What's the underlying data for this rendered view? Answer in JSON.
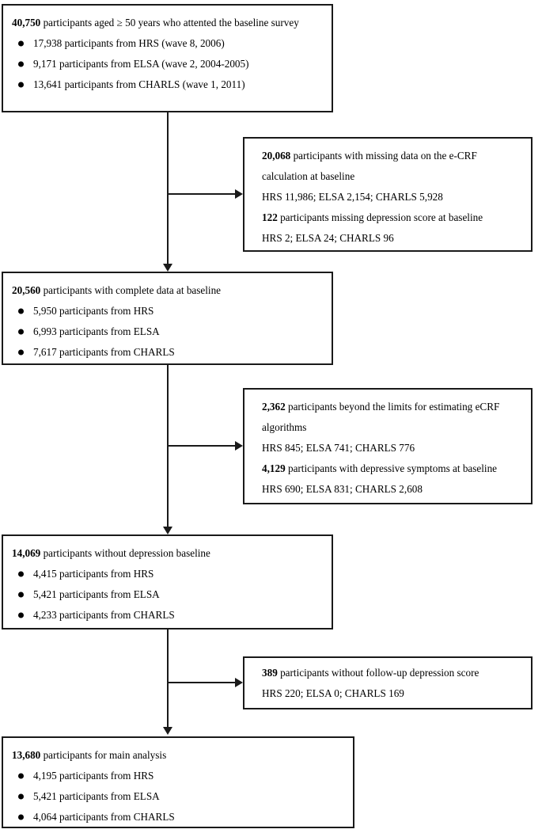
{
  "figure": {
    "type": "flowchart",
    "title": "Participant selection flow diagram",
    "line_color": "#1a1a1a",
    "background": "#ffffff"
  },
  "nodes": {
    "baseline_survey": {
      "headline_number": "40,750",
      "headline_text": " participants aged ≥ 50 years who attented the baseline survey",
      "bullets": [
        "17,938  participants from HRS (wave 8, 2006)",
        "9,171 participants  from ELSA (wave 2, 2004-2005)",
        "13,641 participants from CHARLS (wave 1, 2011)"
      ]
    },
    "excluded_missing": {
      "lines": [
        {
          "num": "20,068",
          "text": " participants  with missing data on the e-CRF"
        },
        {
          "num": "",
          "text": "calculation at baseline"
        },
        {
          "num": "",
          "text": "HRS 11,986; ELSA 2,154; CHARLS 5,928"
        },
        {
          "num": "122",
          "text": " participants  missing depression score at baseline"
        },
        {
          "num": "",
          "text": "HRS 2; ELSA 24; CHARLS 96"
        }
      ]
    },
    "complete_data": {
      "headline_number": "20,560",
      "headline_text": " participants with complete data at baseline",
      "bullets": [
        "5,950 participants  from HRS",
        "6,993 participants  from ELSA",
        "7,617 participants  from CHARLS"
      ]
    },
    "excluded_limits": {
      "lines": [
        {
          "num": "2,362",
          "text": " participants beyond the limits for estimating eCRF"
        },
        {
          "num": "",
          "text": "algorithms"
        },
        {
          "num": "",
          "text": "HRS 845; ELSA 741; CHARLS  776"
        },
        {
          "num": "4,129",
          "text": " participants  with  depressive symptoms  at baseline"
        },
        {
          "num": "",
          "text": "HRS 690; ELSA 831; CHARLS  2,608"
        }
      ]
    },
    "without_depression": {
      "headline_number": "14,069",
      "headline_text": " participants without depression baseline",
      "bullets": [
        "4,415 participants  from HRS",
        "5,421 participants  from ELSA",
        "4,233 participants  from CHARLS"
      ]
    },
    "excluded_followup": {
      "lines": [
        {
          "num": "389",
          "text": " participants  without follow-up depression score"
        },
        {
          "num": "",
          "text": "HRS 220; ELSA 0; CHARLS  169"
        }
      ]
    },
    "main_analysis": {
      "headline_number": "13,680",
      "headline_text": " participants for main analysis",
      "bullets": [
        "4,195 participants  from HRS",
        "5,421 participants  from ELSA",
        "4,064 participants  from CHARLS"
      ]
    }
  }
}
